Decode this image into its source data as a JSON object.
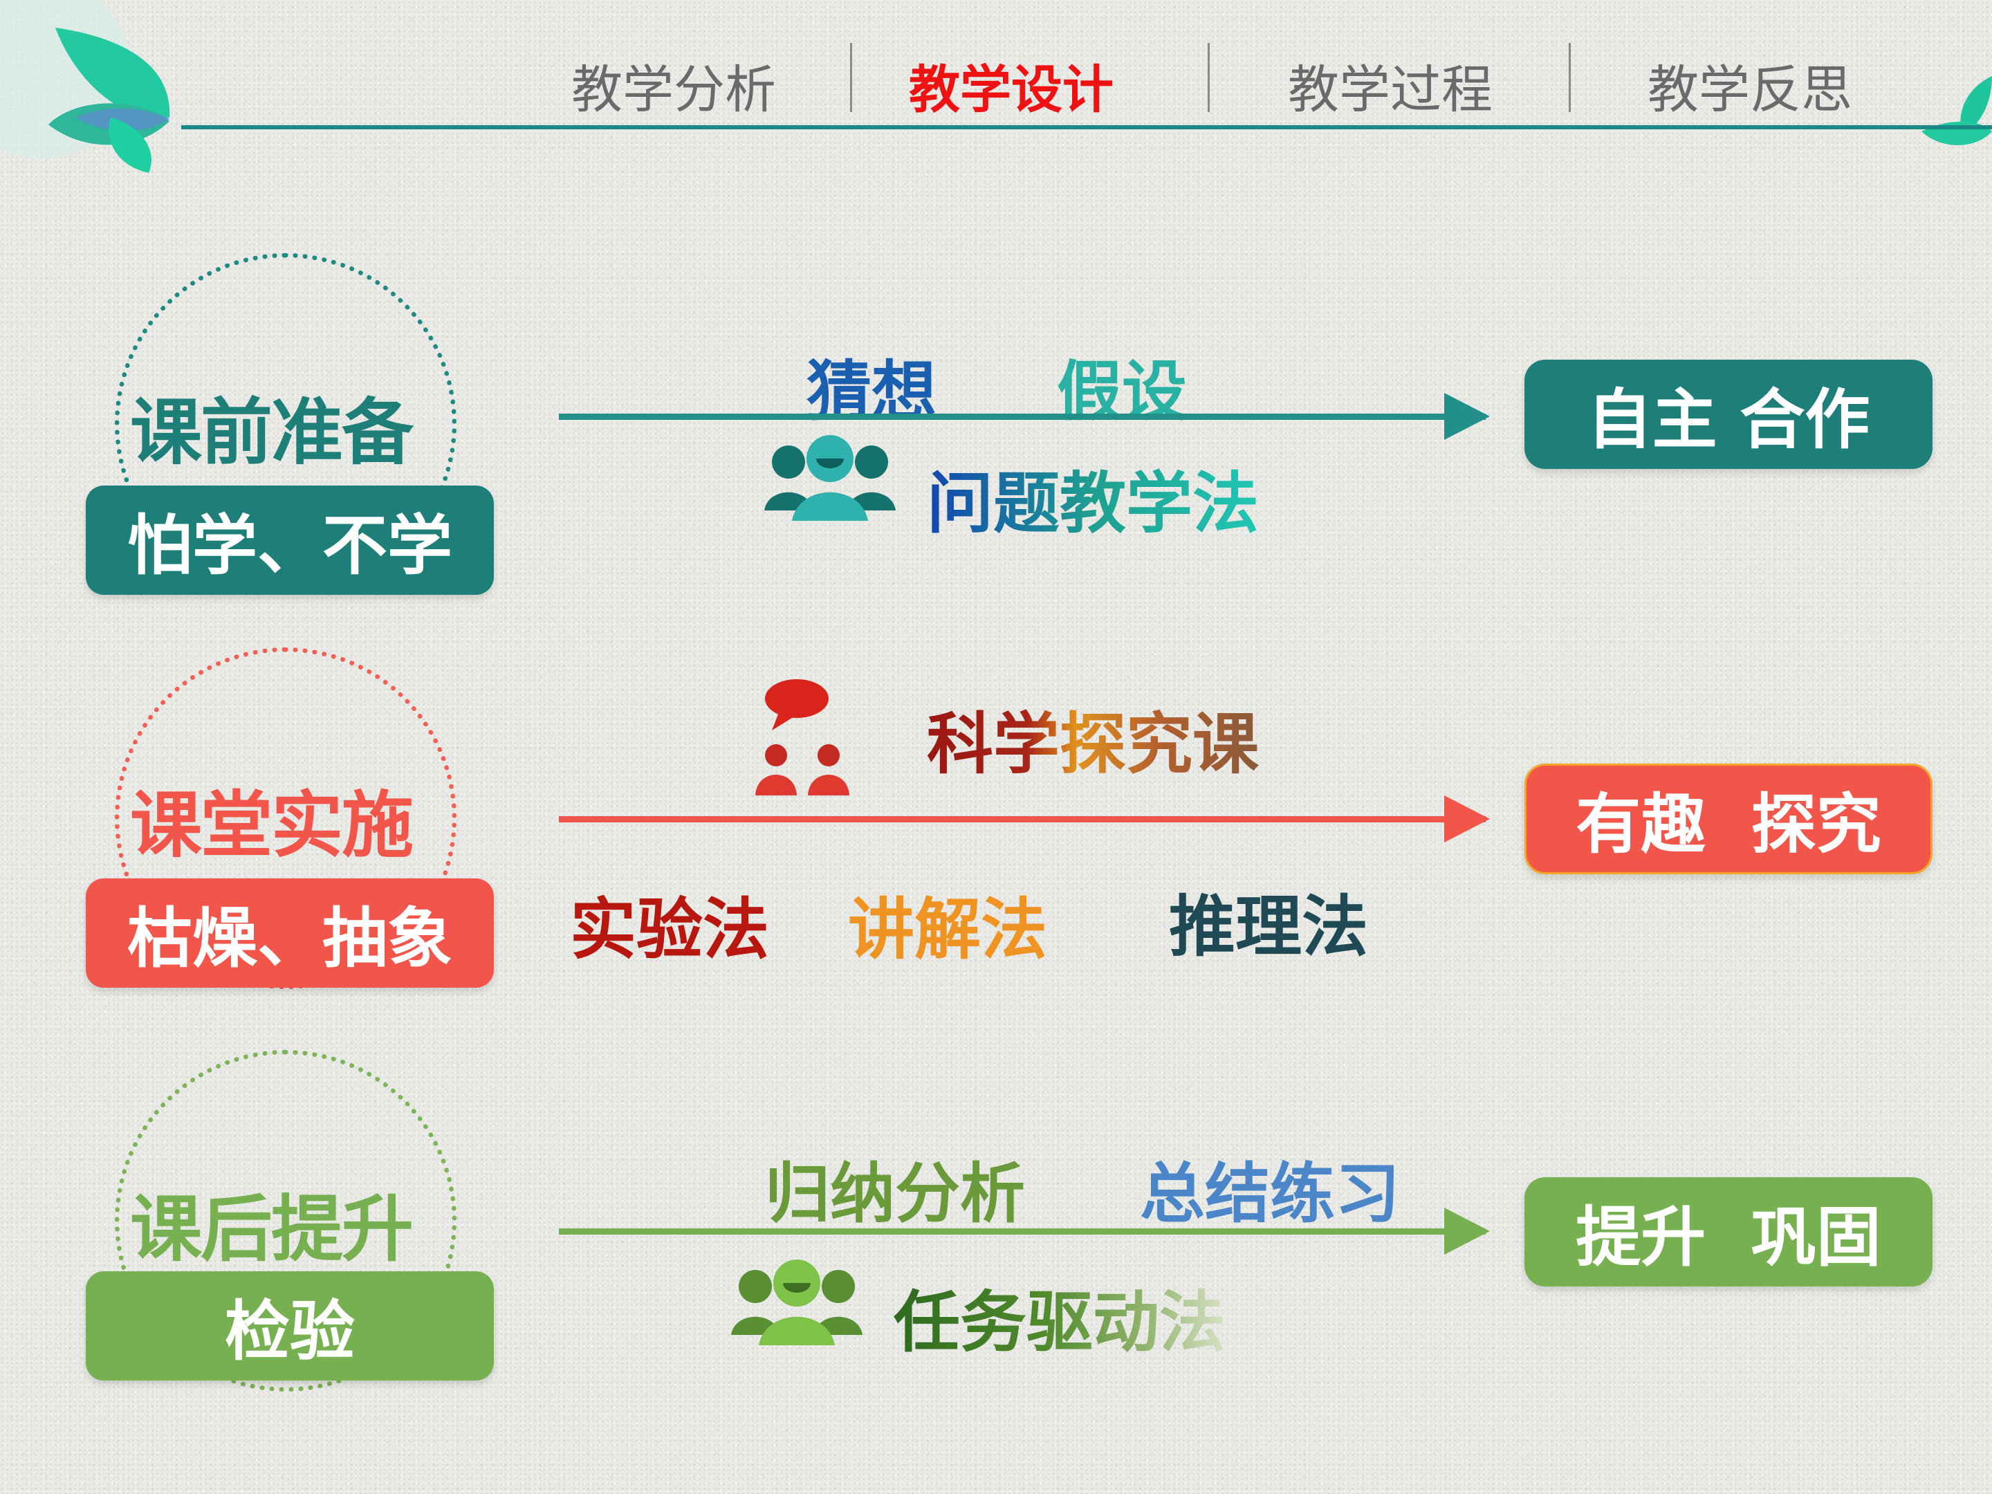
{
  "nav": {
    "items": [
      "教学分析",
      "教学设计",
      "教学过程",
      "教学反思"
    ],
    "active_index": 1
  },
  "rows": [
    {
      "stage": "课前准备",
      "problem": "怕学、不学",
      "top_words": [
        "猜想",
        "假设"
      ],
      "method": "问题教学法",
      "result": "自主 合作",
      "color": "#1e7f79",
      "icon": "group-icon"
    },
    {
      "stage": "课堂实施",
      "problem": "枯燥、抽象",
      "course": "科学探究课",
      "methods": [
        "实验法",
        "讲解法",
        "推理法"
      ],
      "result": "有趣  探究",
      "color": "#f2564b",
      "icon": "speech-people-icon"
    },
    {
      "stage": "课后提升",
      "problem": "检验",
      "top_words": [
        "归纳分析",
        "总结练习"
      ],
      "method": "任务驱动法",
      "result": "提升  巩固",
      "color": "#77b050",
      "icon": "group-icon"
    }
  ],
  "colors": {
    "teal": "#1e7f79",
    "coral": "#f2564b",
    "green": "#77b050",
    "active_nav": "#ee1212",
    "header_line": "#1c8a84"
  }
}
